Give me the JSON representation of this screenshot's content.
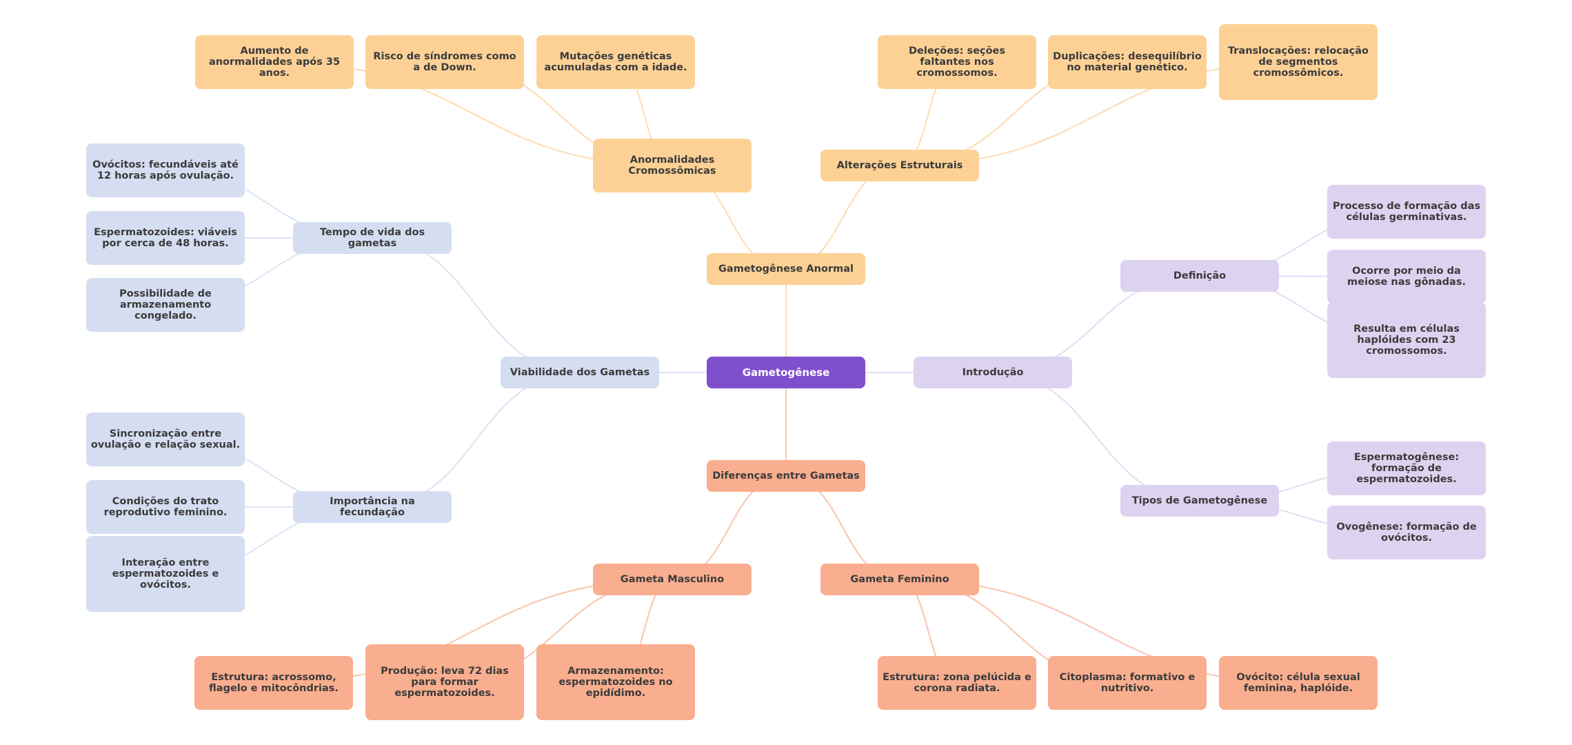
{
  "root": {
    "label": "Gametogênese",
    "color_fill": "#7f4fcd",
    "color_text": "#ffffff"
  },
  "text_color": "#3b3b3b",
  "branches": [
    {
      "id": "b0",
      "label": "Gametogênese Anormal",
      "color_fill": "#fdd196",
      "color_line": "#fddcb0",
      "children": [
        {
          "id": "b0c0",
          "label": "Anormalidades Cromossômicas",
          "children": [
            {
              "id": "b0c0l0",
              "label": "Aumento de anormalidades após 35 anos."
            },
            {
              "id": "b0c0l1",
              "label": "Risco de síndromes como a de Down."
            },
            {
              "id": "b0c0l2",
              "label": "Mutações genéticas acumuladas com a idade."
            }
          ]
        },
        {
          "id": "b0c1",
          "label": "Alterações Estruturais",
          "children": [
            {
              "id": "b0c1l0",
              "label": "Deleções: seções faltantes nos cromossomos."
            },
            {
              "id": "b0c1l1",
              "label": "Duplicações: desequilíbrio no material genético."
            },
            {
              "id": "b0c1l2",
              "label": "Translocações: relocação de segmentos cromossômicos."
            }
          ]
        }
      ]
    },
    {
      "id": "b1",
      "label": "Introdução",
      "color_fill": "#ddd3f0",
      "color_line": "#e4ddf5",
      "children": [
        {
          "id": "b1c0",
          "label": "Definição",
          "children": [
            {
              "id": "b1c0l0",
              "label": "Processo de formação das células germinativas."
            },
            {
              "id": "b1c0l1",
              "label": "Ocorre por meio da meiose nas gônadas."
            },
            {
              "id": "b1c0l2",
              "label": "Resulta em células haplóides com 23 cromossomos."
            }
          ]
        },
        {
          "id": "b1c1",
          "label": "Tipos de Gametogênese",
          "children": [
            {
              "id": "b1c1l0",
              "label": "Espermatogênese: formação de espermatozoides."
            },
            {
              "id": "b1c1l1",
              "label": "Ovogênese: formação de ovócitos."
            }
          ]
        }
      ]
    },
    {
      "id": "b2",
      "label": "Diferenças entre Gametas",
      "color_fill": "#f9ae8f",
      "color_line": "#f9c4ad",
      "children": [
        {
          "id": "b2c0",
          "label": "Gameta Masculino",
          "children": [
            {
              "id": "b2c0l0",
              "label": "Estrutura: acrossomo, flagelo e mitocôndrias."
            },
            {
              "id": "b2c0l1",
              "label": "Produção: leva 72 dias para formar espermatozoides."
            },
            {
              "id": "b2c0l2",
              "label": "Armazenamento: espermatozoides no epidídimo."
            }
          ]
        },
        {
          "id": "b2c1",
          "label": "Gameta Feminino",
          "children": [
            {
              "id": "b2c1l0",
              "label": "Estrutura: zona pelúcida e corona radiata."
            },
            {
              "id": "b2c1l1",
              "label": "Citoplasma: formativo e nutritivo."
            },
            {
              "id": "b2c1l2",
              "label": "Ovócito: célula sexual feminina, haplóide."
            }
          ]
        }
      ]
    },
    {
      "id": "b3",
      "label": "Viabilidade dos Gametas",
      "color_fill": "#d5ddf1",
      "color_line": "#dce3f5",
      "children": [
        {
          "id": "b3c0",
          "label": "Tempo de vida dos gametas",
          "children": [
            {
              "id": "b3c0l0",
              "label": "Ovócitos: fecundáveis até 12 horas após ovulação."
            },
            {
              "id": "b3c0l1",
              "label": "Espermatozoides: viáveis por cerca de 48 horas."
            },
            {
              "id": "b3c0l2",
              "label": "Possibilidade de armazenamento congelado."
            }
          ]
        },
        {
          "id": "b3c1",
          "label": "Importância na fecundação",
          "children": [
            {
              "id": "b3c1l0",
              "label": "Sincronização entre ovulação e relação sexual."
            },
            {
              "id": "b3c1l1",
              "label": "Condições do trato reprodutivo feminino."
            },
            {
              "id": "b3c1l2",
              "label": "Interação entre espermatozoides e ovócitos."
            }
          ]
        }
      ]
    }
  ]
}
